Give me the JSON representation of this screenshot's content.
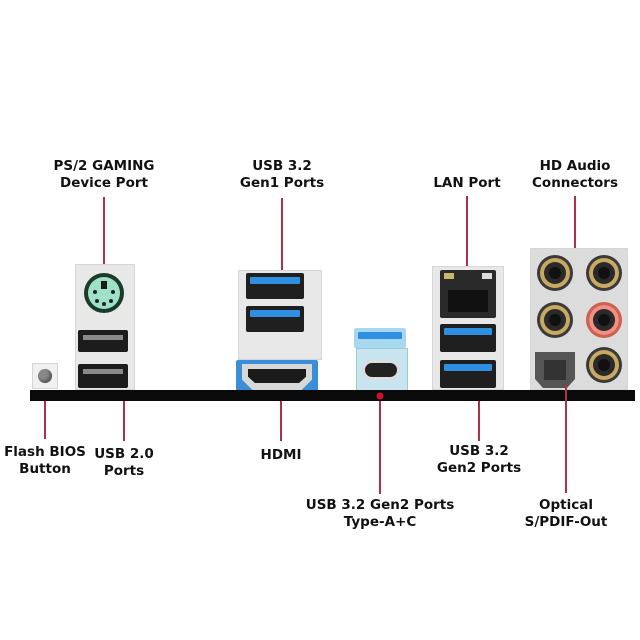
{
  "title": "Motherboard Rear I/O Panel Ports",
  "labels": {
    "ps2": [
      "PS/2 GAMING",
      "Device Port"
    ],
    "usb32_gen1": [
      "USB 3.2",
      "Gen1 Ports"
    ],
    "lan": [
      "LAN Port"
    ],
    "hd_audio": [
      "HD Audio",
      "Connectors"
    ],
    "flash_bios": [
      "Flash BIOS",
      "Button"
    ],
    "usb20": [
      "USB 2.0",
      "Ports"
    ],
    "hdmi": [
      "HDMI"
    ],
    "usb32_gen2_ac": [
      "USB 3.2 Gen2 Ports",
      "Type-A+C"
    ],
    "usb32_gen2": [
      "USB 3.2",
      "Gen2 Ports"
    ],
    "optical": [
      "Optical",
      "S/PDIF-Out"
    ]
  },
  "colors": {
    "leader": "#b0304a",
    "usb3_blue": "#2f8fe0",
    "ps2_green": "#9fe0c8",
    "audio_gold": "#c9a861",
    "audio_pink": "#f09080"
  }
}
